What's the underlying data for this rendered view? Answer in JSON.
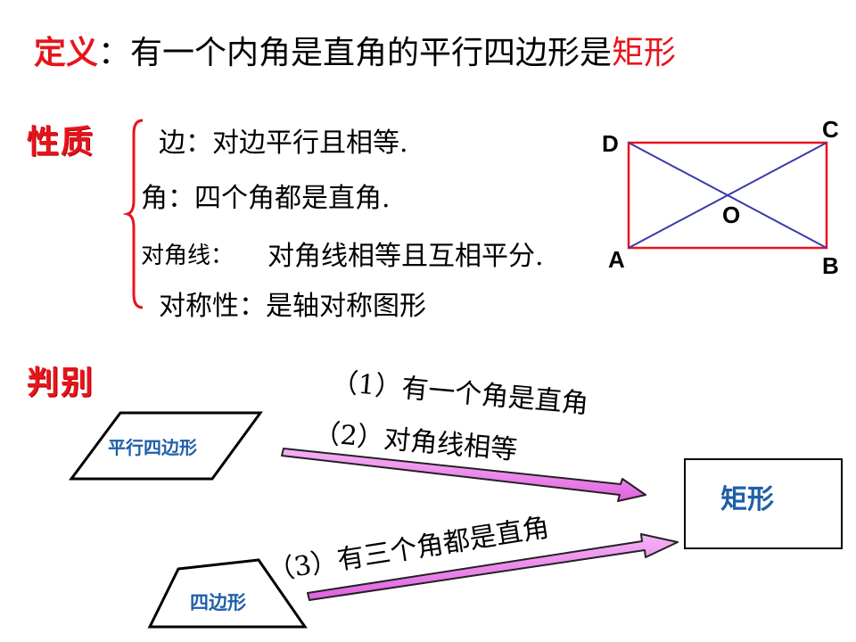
{
  "definition": {
    "label": "定义",
    "colon": "：",
    "text": "有一个内角是直角的平行四边形是",
    "term": "矩形"
  },
  "properties": {
    "label": "性质",
    "items": [
      "边：对边平行且相等.",
      "角：四个角都是直角.",
      "对角线：",
      "对角线相等且互相平分.",
      "对称性：是轴对称图形"
    ]
  },
  "figure": {
    "vertices": {
      "a": "A",
      "b": "B",
      "c": "C",
      "d": "D",
      "o": "O"
    },
    "colors": {
      "rect": "#e8141c",
      "diag": "#3a3aa8"
    }
  },
  "judgement": {
    "label": "判别",
    "parallelogram": "平行四边形",
    "quadrilateral": "四边形",
    "rectangle": "矩形",
    "conditions": [
      "（1）有一个角是直角",
      "（2）对角线相等",
      "（3）有三个角都是直角"
    ],
    "colors": {
      "arrow": "#f08cf0",
      "label": "#1f5fa8"
    }
  }
}
